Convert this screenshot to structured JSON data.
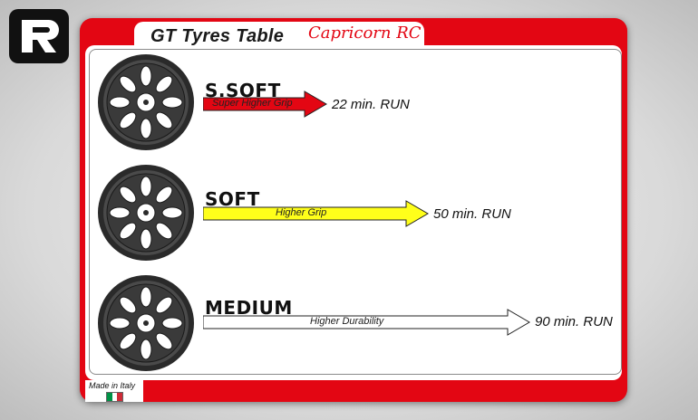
{
  "header": {
    "title": "GT Tyres Table",
    "brand": "Capricorn RC"
  },
  "colors": {
    "frame": "#e30613",
    "ssoft_arrow": "#e30613",
    "soft_arrow": "#ffff1a",
    "medium_arrow": "#ffffff"
  },
  "tiers": [
    {
      "name": "S.SOFT",
      "property": "Super Higher Grip",
      "run": "22 min. RUN"
    },
    {
      "name": "SOFT",
      "property": "Higher Grip",
      "run": "50 min. RUN"
    },
    {
      "name": "MEDIUM",
      "property": "Higher Durability",
      "run": "90 min. RUN"
    }
  ],
  "footer": {
    "made_in": "Made in Italy",
    "flag_icon": "italy-flag-icon"
  },
  "logo": {
    "icon": "rc-logo-icon"
  }
}
